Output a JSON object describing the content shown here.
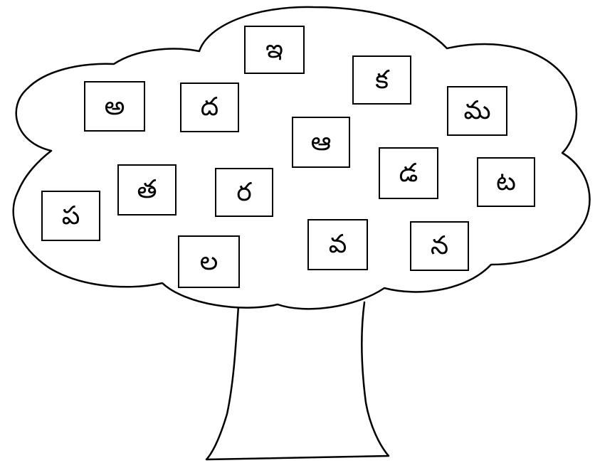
{
  "tree": {
    "outline_color": "#000000",
    "fill_color": "#ffffff"
  },
  "letters": [
    "ఇ",
    "క",
    "అ",
    "ద",
    "మ",
    "ఆ",
    "డ",
    "ట",
    "త",
    "ర",
    "ప",
    "వ",
    "న",
    "ల"
  ]
}
